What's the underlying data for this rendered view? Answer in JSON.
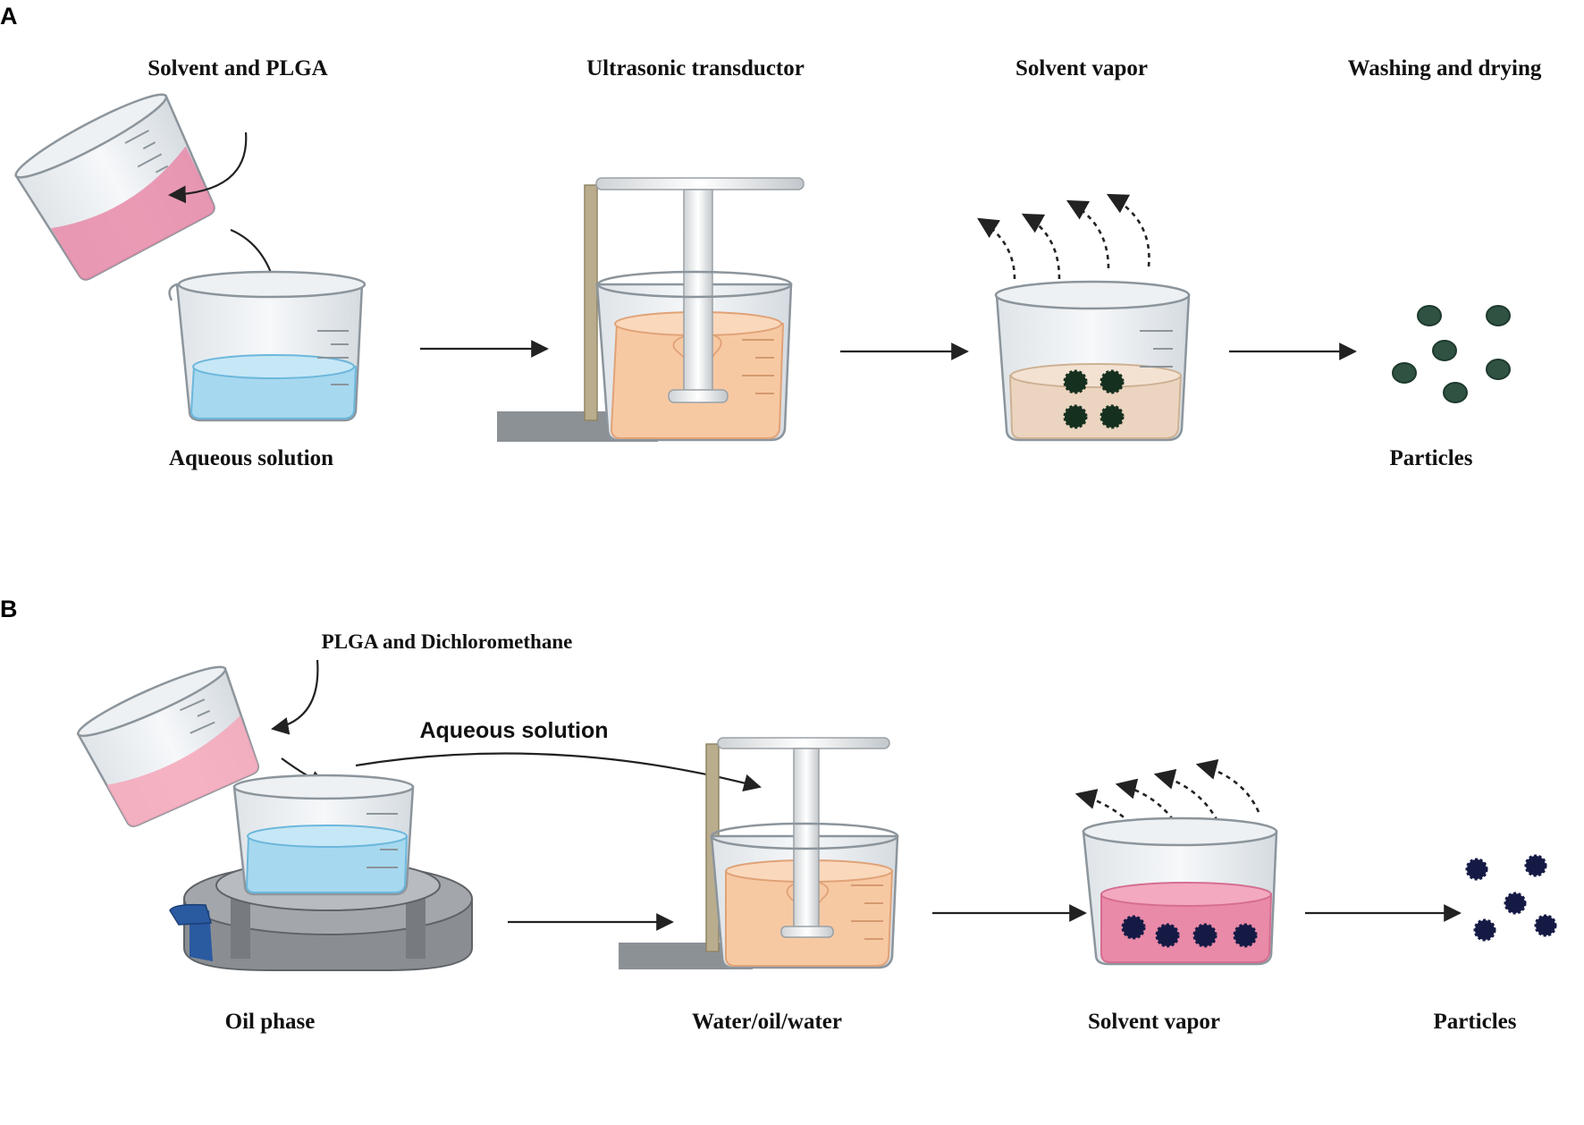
{
  "panels": {
    "a": {
      "letter": "A",
      "step_titles": [
        "Solvent and PLGA",
        "Ultrasonic transductor",
        "Solvent vapor",
        "Washing and drying"
      ],
      "bottom_labels": [
        "Aqueous solution",
        "Particles"
      ]
    },
    "b": {
      "letter": "B",
      "pour_label": "PLGA and Dichloromethane",
      "arc_label": "Aqueous solution",
      "bottom_labels": [
        "Oil phase",
        "Water/oil/water",
        "Solvent vapor",
        "Particles"
      ]
    }
  },
  "colors": {
    "pink_liquid": "#e98aa8",
    "blue_liquid": "#a6d8ef",
    "orange_liquid": "#f7c9a3",
    "tan_liquid": "#ecd5c0",
    "particle_green": "#2f5243",
    "particle_navy": "#151a45"
  }
}
